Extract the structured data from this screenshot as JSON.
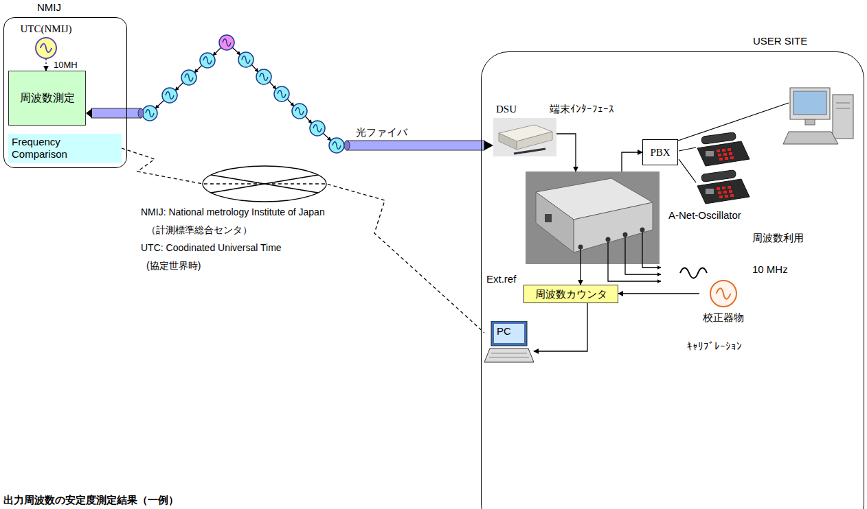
{
  "diagram": {
    "nodes": [
      {
        "text": [
          "NMIJ"
        ]
      },
      {
        "text": [
          "UTC(NMIJ)"
        ],
        "in": 0
      },
      {
        "text": [
          "周波数測定"
        ],
        "in": 0
      },
      {
        "text": [
          "Frequency Comparison"
        ],
        "in": 0
      },
      {
        "text": [
          "USER SITE"
        ]
      },
      {
        "text": [
          "DSU"
        ],
        "in": 4
      },
      {
        "text": [
          "PBX"
        ],
        "in": 4
      },
      {
        "text": [
          "A-Net-Oscillator"
        ],
        "in": 4
      },
      {
        "text": [
          "周波数カウンタ"
        ],
        "in": 4
      },
      {
        "text": [
          "校正器物"
        ],
        "in": 4
      },
      {
        "text": [
          "PC"
        ],
        "in": 4
      }
    ],
    "edges": [
      {
        "from": 1,
        "to": 2,
        "arrow": "to",
        "label": "10MH"
      },
      {
        "from": 5,
        "to": 7,
        "arrow": "to",
        "label": "端末ｲﾝﾀｰﾌｪｰｽ"
      },
      {
        "from": 7,
        "to": 6,
        "arrow": "to"
      },
      {
        "from": 7,
        "to": 8,
        "arrow": "to",
        "label": "Ext.ref"
      },
      {
        "from": 9,
        "to": 8,
        "arrow": "to"
      },
      {
        "from": 8,
        "to": 10,
        "arrow": "to"
      },
      {
        "from": 3,
        "to": 10,
        "arrow": "none"
      }
    ],
    "labels": [
      "光ファイバ",
      "周波数利用",
      "10 MHz",
      "ｷｬﾘﾌﾞﾚｰｼｮﾝ",
      "NMIJ: National metrology Institute of Japan",
      "（計測標準総合センタ）",
      "UTC: Coodinated Universal Time",
      "(協定世界時)",
      "出力周波数の安定度測定結果（一例）"
    ]
  }
}
